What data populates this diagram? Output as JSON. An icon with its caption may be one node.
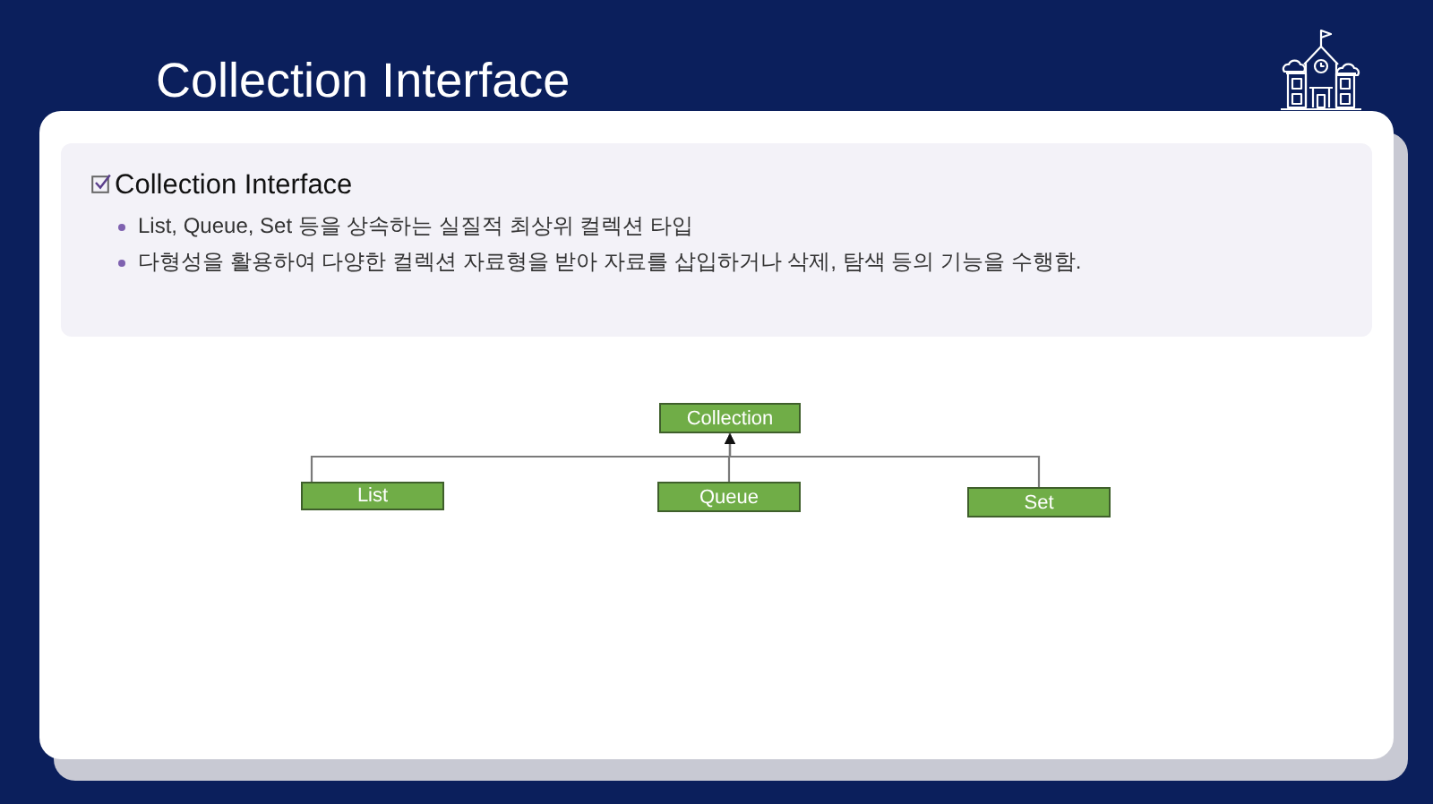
{
  "diagram": {
    "title": "Collection Interface",
    "nodes": [
      {
        "text": [
          "Collection Interface",
          "List, Queue, Set 등을 상속하는 실질적 최상위 컬렉션 타입",
          "다형성을 활용하여 다양한 컬렉션 자료형을 받아 자료를 삽입하거나 삭제, 탐색 등의 기능을 수행함."
        ]
      },
      {
        "text": [
          "Collection"
        ]
      },
      {
        "text": [
          "List"
        ]
      },
      {
        "text": [
          "Queue"
        ]
      },
      {
        "text": [
          "Set"
        ]
      }
    ],
    "edges": [
      {
        "from": 2,
        "to": 1,
        "arrow": "to"
      },
      {
        "from": 3,
        "to": 1,
        "arrow": "to"
      },
      {
        "from": 4,
        "to": 1,
        "arrow": "to"
      }
    ]
  }
}
